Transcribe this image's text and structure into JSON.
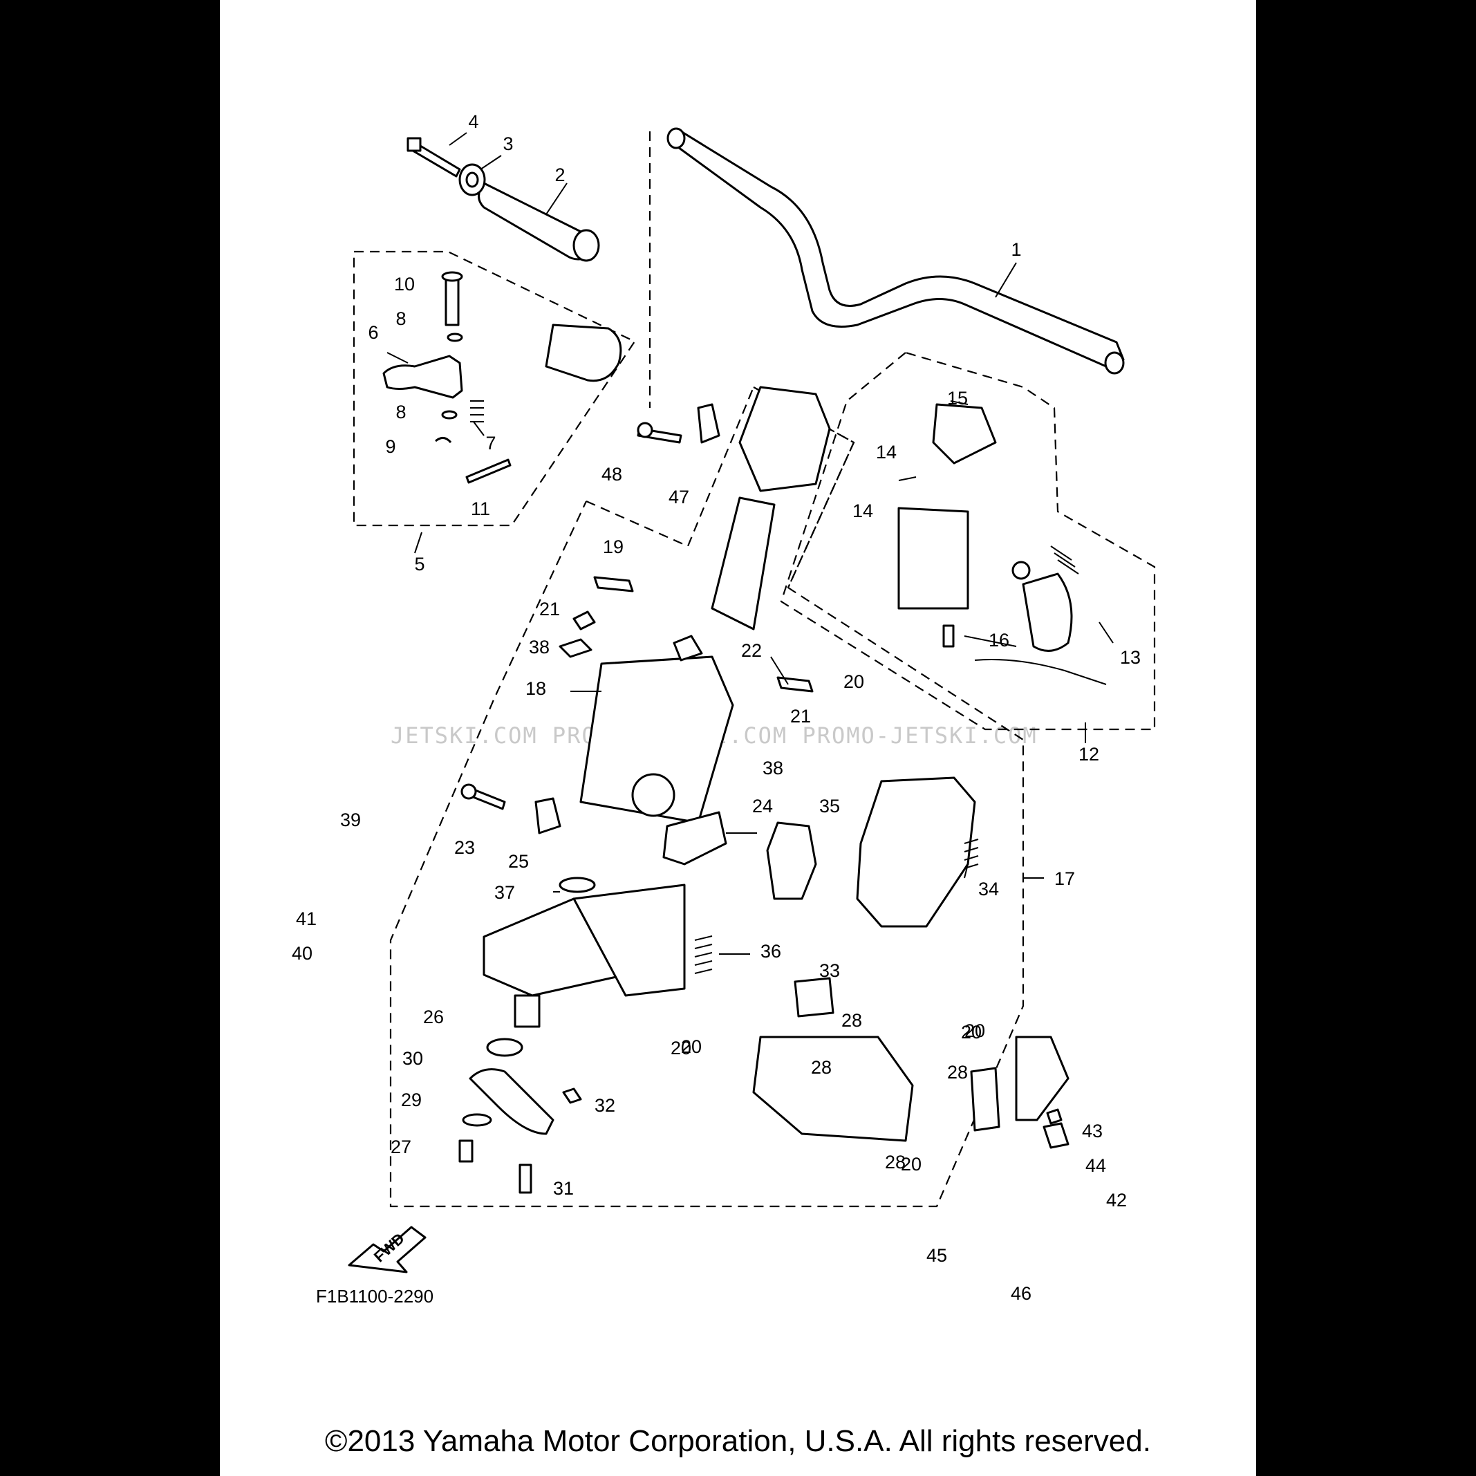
{
  "drawing_code": "F1B1100-2290",
  "copyright": "©2013 Yamaha Motor Corporation, U.S.A. All rights reserved.",
  "watermark": "JETSKI.COM   PROMO-JETSKI.COM   PROMO-JETSKI.COM",
  "fwd_label": "FWD",
  "callouts": [
    "1",
    "2",
    "3",
    "4",
    "5",
    "6",
    "7",
    "8",
    "8",
    "9",
    "10",
    "11",
    "12",
    "13",
    "14",
    "14",
    "15",
    "16",
    "17",
    "18",
    "19",
    "20",
    "20",
    "20",
    "20",
    "20",
    "20",
    "21",
    "21",
    "22",
    "23",
    "24",
    "25",
    "26",
    "27",
    "28",
    "28",
    "28",
    "28",
    "29",
    "30",
    "31",
    "32",
    "33",
    "34",
    "35",
    "36",
    "37",
    "38",
    "38",
    "39",
    "40",
    "41",
    "42",
    "43",
    "44",
    "45",
    "46",
    "47",
    "48"
  ]
}
